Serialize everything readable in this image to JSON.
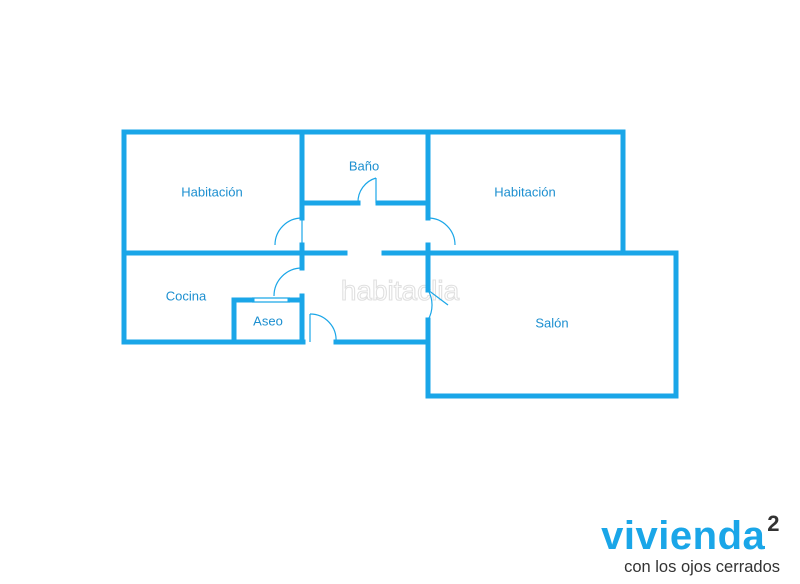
{
  "colors": {
    "wall": "#1aa6e8",
    "label": "#1c8fd0",
    "logo_main": "#1aa6e8",
    "logo_sup": "#333333",
    "logo_tag": "#333333"
  },
  "rooms": {
    "habitacion_left": "Habitación",
    "bano": "Baño",
    "habitacion_right": "Habitación",
    "cocina": "Cocina",
    "aseo": "Aseo",
    "salon": "Salón"
  },
  "watermark": "habitaclia",
  "logo": {
    "name": "vivienda",
    "superscript": "2",
    "tagline": "con los ojos cerrados"
  }
}
